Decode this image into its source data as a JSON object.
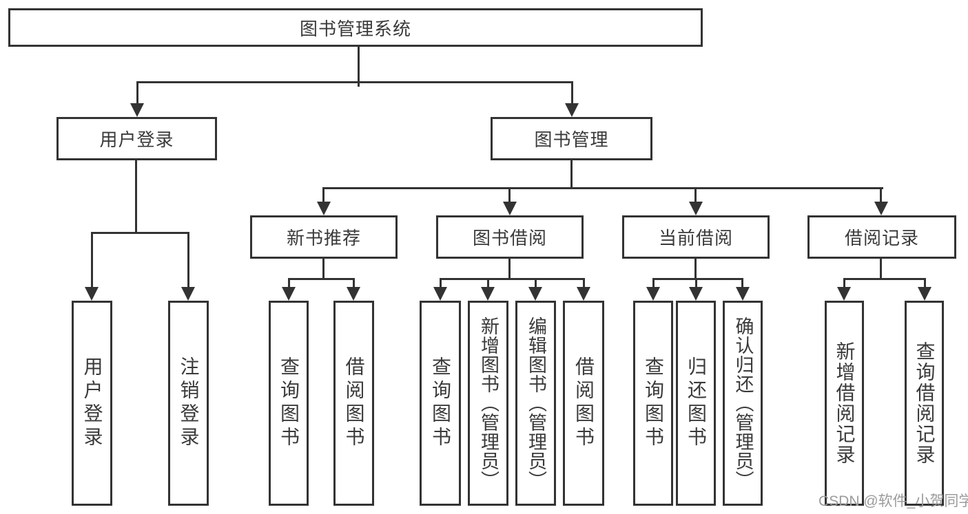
{
  "colors": {
    "line": "#333333",
    "box_border": "#333333",
    "text": "#3a3a3a",
    "background": "#ffffff",
    "watermark_text": "#9b9b9b"
  },
  "watermark": "CSDN @软件_小贺同学",
  "tree": {
    "label": "图书管理系统",
    "children": [
      {
        "label": "用户登录",
        "children": [
          {
            "label": "用户登录"
          },
          {
            "label": "注销登录"
          }
        ]
      },
      {
        "label": "图书管理",
        "children": [
          {
            "label": "新书推荐",
            "children": [
              {
                "label": "查询图书"
              },
              {
                "label": "借阅图书"
              }
            ]
          },
          {
            "label": "图书借阅",
            "children": [
              {
                "label": "查询图书"
              },
              {
                "label": "新增图书（管理员）"
              },
              {
                "label": "编辑图书（管理员）"
              },
              {
                "label": "借阅图书"
              }
            ]
          },
          {
            "label": "当前借阅",
            "children": [
              {
                "label": "查询图书"
              },
              {
                "label": "归还图书"
              },
              {
                "label": "确认归还（管理员）"
              }
            ]
          },
          {
            "label": "借阅记录",
            "children": [
              {
                "label": "新增借阅记录"
              },
              {
                "label": "查询借阅记录"
              }
            ]
          }
        ]
      }
    ]
  }
}
